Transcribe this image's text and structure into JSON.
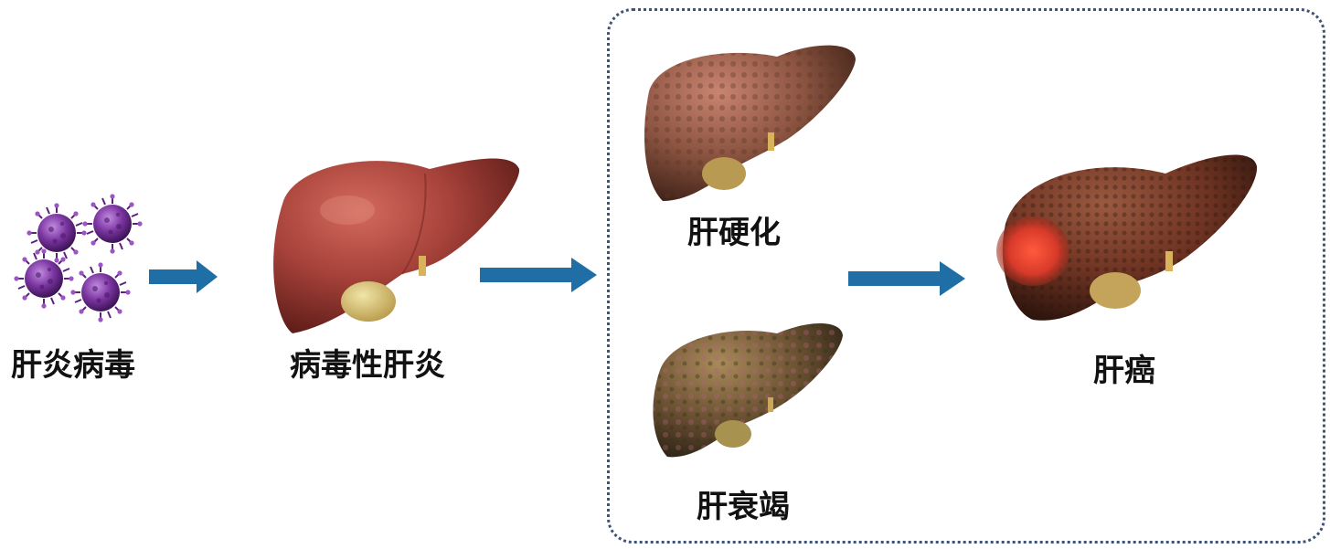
{
  "labels": {
    "virus": "肝炎病毒",
    "viral_hepatitis": "病毒性肝炎",
    "cirrhosis": "肝硬化",
    "liver_failure": "肝衰竭",
    "liver_cancer": "肝癌"
  },
  "colors": {
    "arrow": "#1f6fa6",
    "box_border": "#3f5475",
    "virus": "#7a35a0",
    "healthy_liver": "#9e3a32",
    "cirrhotic_liver": "#8a5340",
    "failing_liver": "#6b5232",
    "cancer_liver": "#6e3322",
    "tumor": "#d83a2a"
  },
  "icons": [
    "virus-icon",
    "healthy-liver-icon",
    "cirrhotic-liver-icon",
    "failing-liver-icon",
    "cancerous-liver-icon",
    "arrow-icon"
  ]
}
